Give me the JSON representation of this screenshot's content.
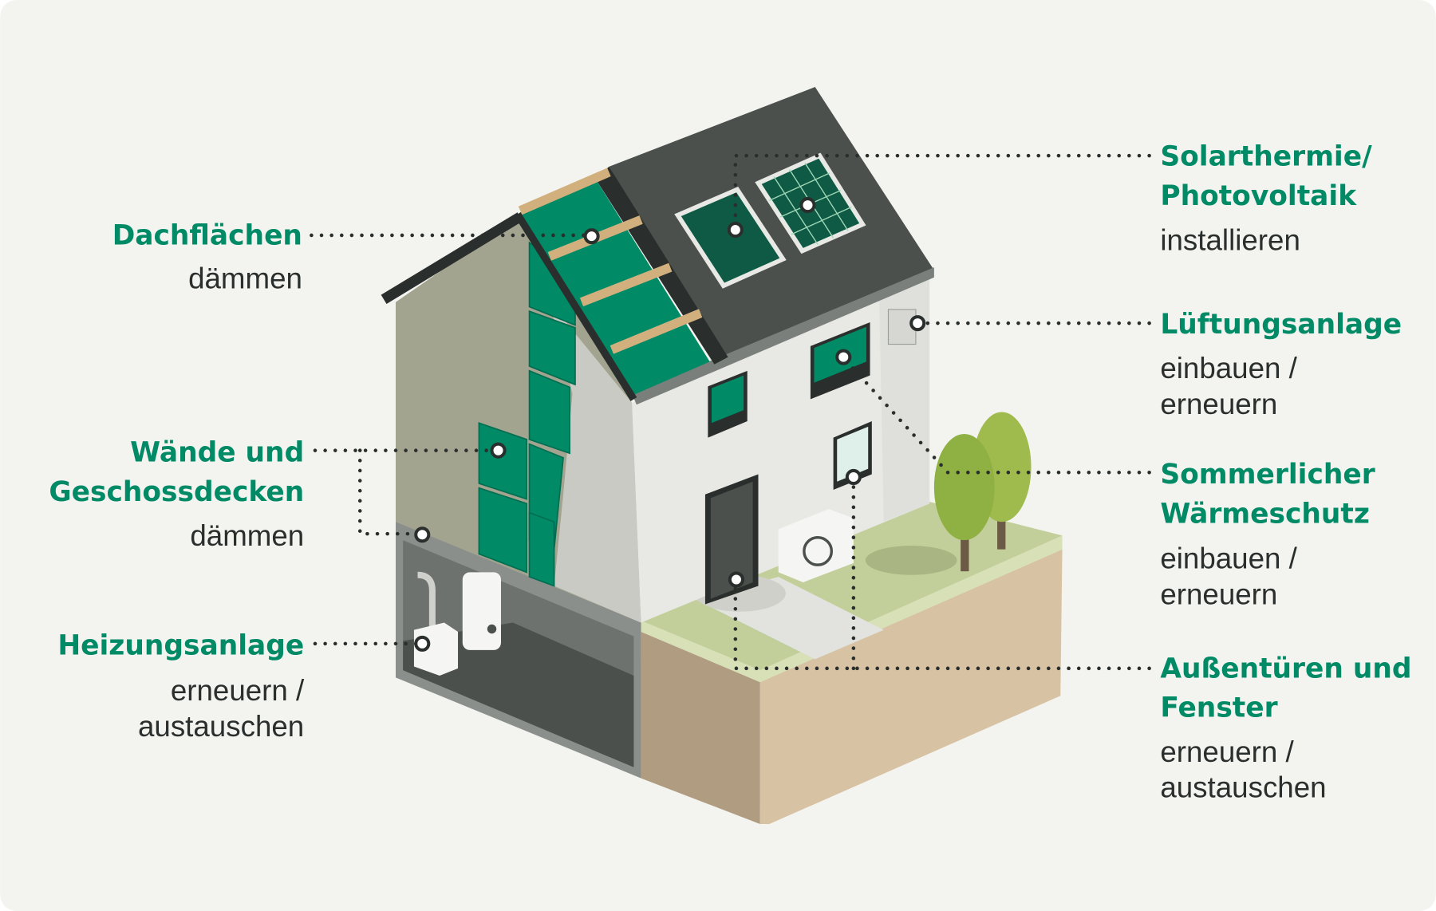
{
  "colors": {
    "background": "#f3f4ef",
    "accent_green": "#008a66",
    "text_dark": "#2a2e2c",
    "roof": "#4b504d",
    "wall_front": "#e8e8e5",
    "soil_light": "#d8c2a4",
    "lawn": "#c3cf9a"
  },
  "labels": {
    "roof": {
      "title": "Dachflächen",
      "action": "dämmen"
    },
    "walls": {
      "title_line1": "Wände und",
      "title_line2": "Geschossdecken",
      "action": "dämmen"
    },
    "heating": {
      "title": "Heizungsanlage",
      "action_line1": "erneuern /",
      "action_line2": "austauschen"
    },
    "solar": {
      "title_line1": "Solarthermie/",
      "title_line2": "Photovoltaik",
      "action": "installieren"
    },
    "ventilation": {
      "title": "Lüftungsanlage",
      "action_line1": "einbauen /",
      "action_line2": "erneuern"
    },
    "summer": {
      "title_line1": "Sommerlicher",
      "title_line2": "Wärmeschutz",
      "action_line1": "einbauen /",
      "action_line2": "erneuern"
    },
    "doors": {
      "title_line1": "Außentüren und",
      "title_line2": "Fenster",
      "action_line1": "erneuern /",
      "action_line2": "austauschen"
    }
  }
}
